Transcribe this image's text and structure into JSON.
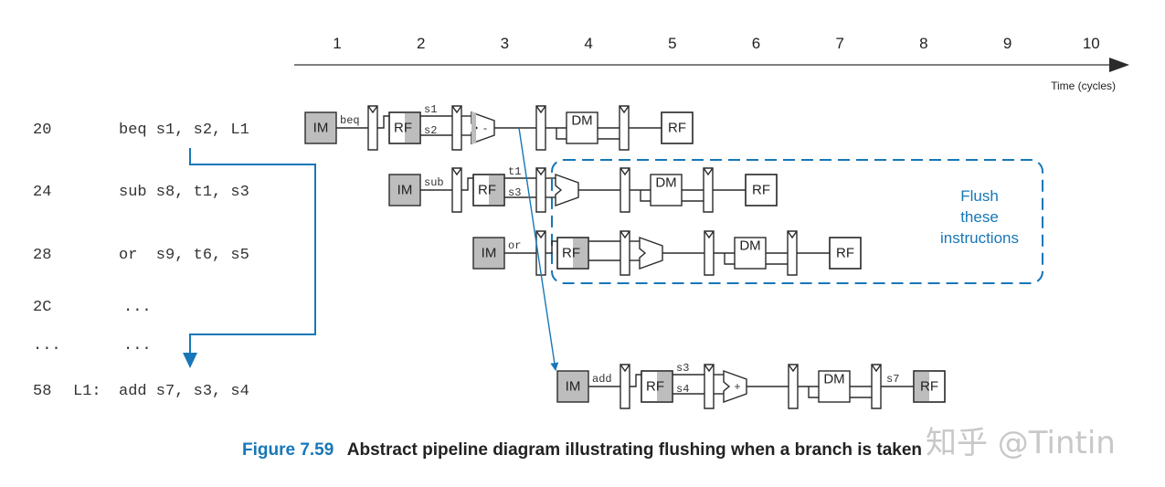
{
  "axis": {
    "cycles": [
      "1",
      "2",
      "3",
      "4",
      "5",
      "6",
      "7",
      "8",
      "9",
      "10"
    ],
    "label": "Time (cycles)"
  },
  "instructions": [
    {
      "address": "20",
      "label": "",
      "text": "beq s1, s2, L1"
    },
    {
      "address": "24",
      "label": "",
      "text": "sub s8, t1, s3"
    },
    {
      "address": "28",
      "label": "",
      "text": "or  s9, t6, s5"
    },
    {
      "address": "2C",
      "label": "",
      "text": "..."
    },
    {
      "address": "...",
      "label": "",
      "text": "..."
    },
    {
      "address": "58",
      "label": "L1:",
      "text": "add s7, s3, s4"
    }
  ],
  "pipelines": [
    {
      "op": "beq",
      "src1": "s1",
      "src2": "s2",
      "alu": "-",
      "dest": ""
    },
    {
      "op": "sub",
      "src1": "t1",
      "src2": "s3",
      "alu": "",
      "dest": ""
    },
    {
      "op": "or",
      "src1": "",
      "src2": "",
      "alu": "",
      "dest": ""
    },
    {
      "op": "add",
      "src1": "s3",
      "src2": "s4",
      "alu": "+",
      "dest": "s7"
    }
  ],
  "units": {
    "im": "IM",
    "rf": "RF",
    "dm": "DM"
  },
  "flush_note": [
    "Flush",
    "these",
    "instructions"
  ],
  "caption": {
    "figure": "Figure 7.59",
    "text": "Abstract pipeline diagram illustrating flushing when a branch is taken"
  },
  "watermark": "知乎 @Tintin",
  "colors": {
    "accent": "#1777b8",
    "unit_fill": "#bdbdbd",
    "ink": "#2b2b2b"
  }
}
